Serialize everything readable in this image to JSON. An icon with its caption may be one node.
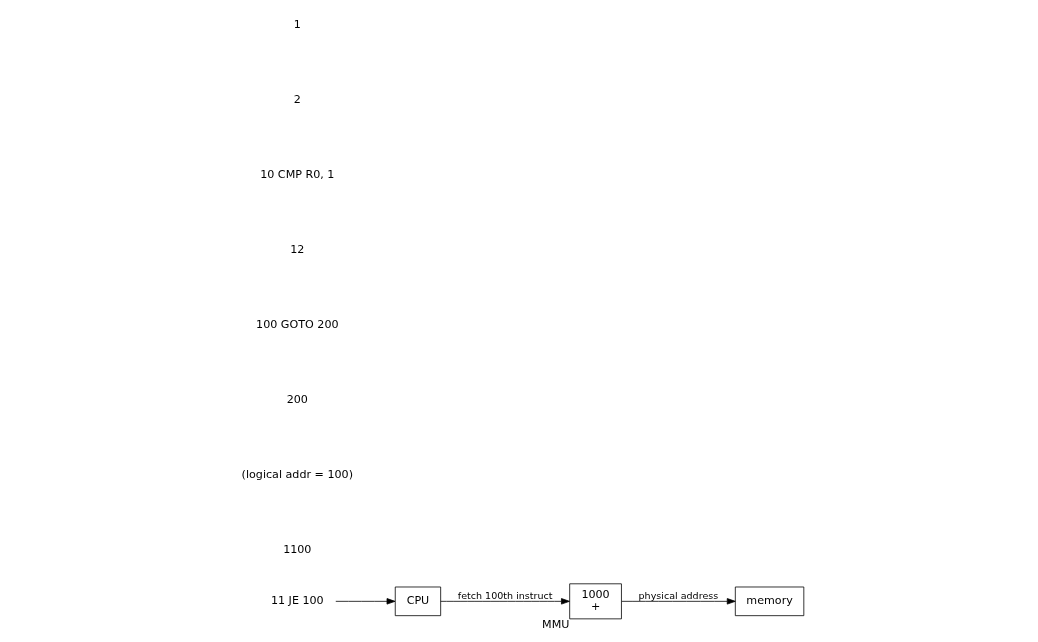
{
  "diagram": {
    "nodes": [
      {
        "text": [
          "11 JE 100"
        ]
      },
      {
        "text": [
          "CPU"
        ]
      },
      {
        "text": [
          "1000",
          "+"
        ],
        "beside": [
          "MMU"
        ]
      },
      {
        "text": [
          "memory"
        ]
      }
    ],
    "edges": [
      {
        "from": 0,
        "to": 1,
        "arrow": "to"
      },
      {
        "from": 1,
        "to": 2,
        "arrow": "to",
        "label": "fetch 100th instruct"
      },
      {
        "from": 2,
        "to": 3,
        "arrow": "to",
        "label": "physical address"
      }
    ],
    "labels": [
      "1",
      "2",
      "10 CMP R0, 1",
      "12",
      "100 GOTO 200",
      "200",
      "(logical addr = 100)",
      "1100"
    ]
  }
}
